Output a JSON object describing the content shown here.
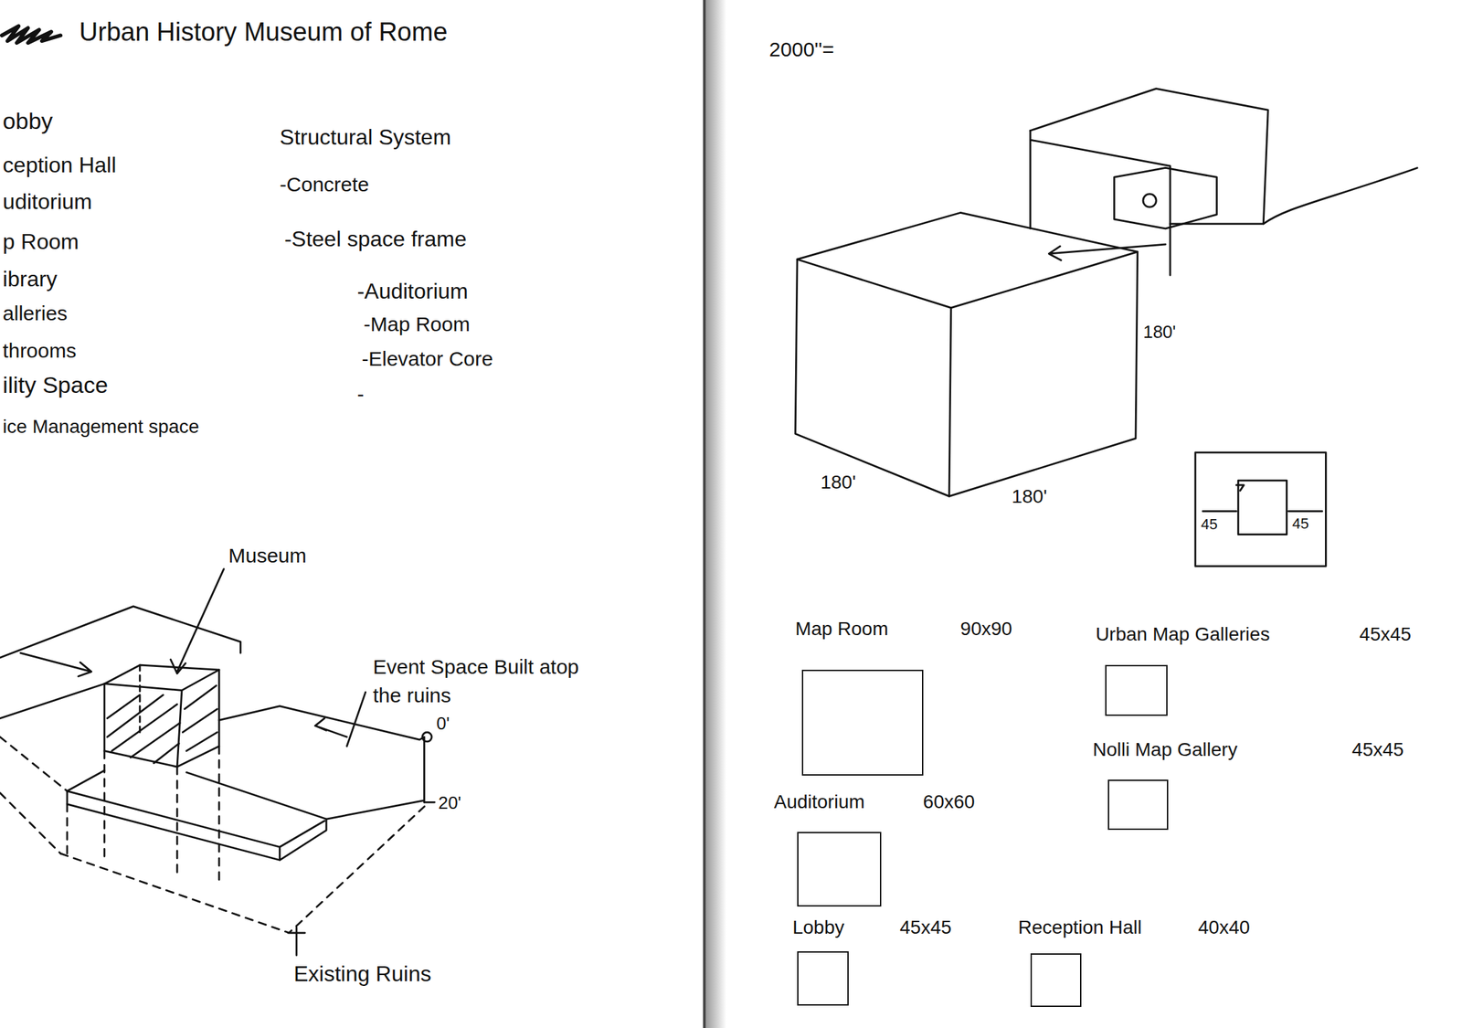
{
  "diagram": {
    "title": "Urban History Museum of Rome",
    "nodes": [
      {
        "text": [
          "Map Room",
          "90x90"
        ]
      },
      {
        "text": [
          "Urban Map Galleries",
          "45x45"
        ]
      },
      {
        "text": [
          "Nolli Map Gallery",
          "45x45"
        ]
      },
      {
        "text": [
          "Auditorium",
          "60x60"
        ]
      },
      {
        "text": [
          "Lobby",
          "45x45"
        ]
      },
      {
        "text": [
          "Reception Hall",
          "40x40"
        ]
      }
    ],
    "labels": [
      "obby",
      "ception Hall",
      "uditorium",
      "p Room",
      "ibrary",
      "alleries",
      "throoms",
      "ility Space",
      "ice Management space",
      "Structural System",
      "-Concrete",
      "-Steel space frame",
      "-Auditorium",
      "-Map Room",
      "-Elevator Core",
      "-",
      "Museum",
      "Event Space Built atop the ruins",
      "0'",
      "20'",
      "Existing Ruins",
      "2000''=",
      "180'",
      "180'",
      "180'",
      "45",
      "45"
    ]
  }
}
